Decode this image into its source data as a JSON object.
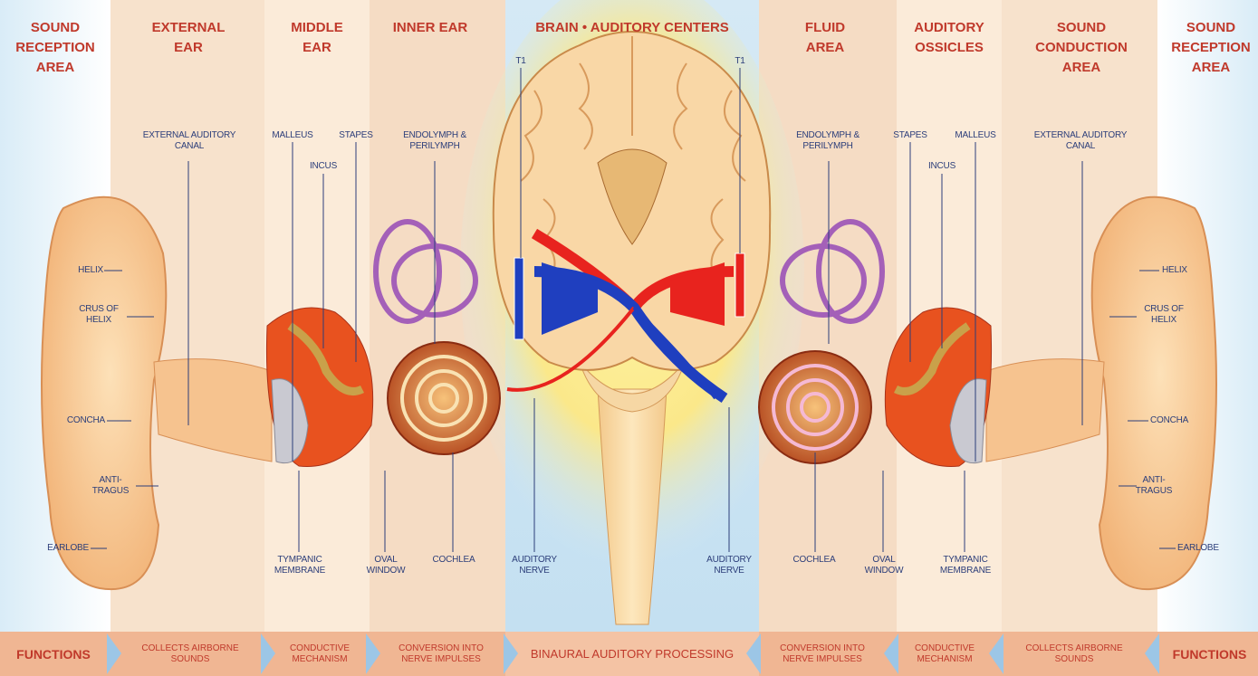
{
  "headers": {
    "sound_reception_left": "SOUND RECEPTION AREA",
    "external_ear": "EXTERNAL EAR",
    "middle_ear": "MIDDLE EAR",
    "inner_ear": "INNER EAR",
    "brain": "BRAIN • AUDITORY CENTERS",
    "fluid_area": "FLUID AREA",
    "auditory_ossicles": "AUDITORY OSSICLES",
    "sound_conduction": "SOUND CONDUCTION AREA",
    "sound_reception_right": "SOUND RECEPTION AREA"
  },
  "labels": {
    "t1_left": "T1",
    "t1_right": "T1",
    "ext_canal_left": "EXTERNAL AUDITORY CANAL",
    "malleus_left": "MALLEUS",
    "incus_left": "INCUS",
    "stapes_left": "STAPES",
    "endolymph_left": "ENDOLYMPH & PERILYMPH",
    "helix_left": "HELIX",
    "crus_left": "CRUS OF HELIX",
    "concha_left": "CONCHA",
    "antitragus_left": "ANTI-TRAGUS",
    "earlobe_left": "EARLOBE",
    "tympanic_left": "TYMPANIC MEMBRANE",
    "oval_left": "OVAL WINDOW",
    "cochlea_left": "COCHLEA",
    "nerve_left": "AUDITORY NERVE",
    "nerve_right": "AUDITORY NERVE",
    "cochlea_right": "COCHLEA",
    "oval_right": "OVAL WINDOW",
    "tympanic_right": "TYMPANIC MEMBRANE",
    "endolymph_right": "ENDOLYMPH & PERILYMPH",
    "stapes_right": "STAPES",
    "incus_right": "INCUS",
    "malleus_right": "MALLEUS",
    "ext_canal_right": "EXTERNAL AUDITORY CANAL",
    "helix_right": "HELIX",
    "crus_right": "CRUS OF HELIX",
    "concha_right": "CONCHA",
    "antitragus_right": "ANTI-TRAGUS",
    "earlobe_right": "EARLOBE"
  },
  "functions": {
    "functions_left": "FUNCTIONS",
    "collects_left": "COLLECTS AIRBORNE SOUNDS",
    "conductive_left": "CONDUCTIVE MECHANISM",
    "conversion_left": "CONVERSION INTO NERVE IMPULSES",
    "binaural": "BINAURAL AUDITORY PROCESSING",
    "conversion_right": "CONVERSION INTO NERVE IMPULSES",
    "conductive_right": "CONDUCTIVE MECHANISM",
    "collects_right": "COLLECTS AIRBORNE SOUNDS",
    "functions_right": "FUNCTIONS"
  },
  "colors": {
    "header_red": "#c0392b",
    "label_blue": "#2c3e7a",
    "band_peach": "#f7e2cc",
    "band_light": "#fdf3e8",
    "brain_bg": "#cfe6f3",
    "function_bar": "#f0b693",
    "nerve_red": "#e8231e",
    "nerve_blue": "#1f3fbf"
  }
}
